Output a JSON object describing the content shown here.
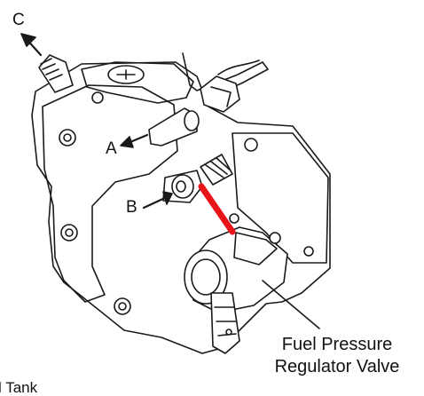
{
  "figure": {
    "labels": {
      "c": "C",
      "a": "A",
      "b": "B"
    },
    "callout": {
      "line1": "Fuel Pressure",
      "line2": "Regulator Valve"
    },
    "cut_label": "l Tank"
  },
  "colors": {
    "line": "#1a1a1a",
    "fill": "#ffffff",
    "highlight": "#e8141a"
  }
}
